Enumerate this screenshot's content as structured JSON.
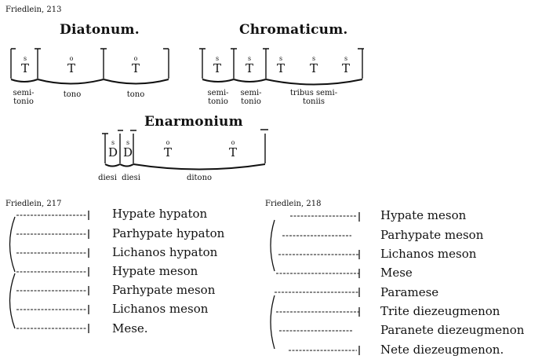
{
  "fig213": {
    "ref": "Friedlein, 213",
    "diatonum": {
      "title": "Diatonum.",
      "notes": [
        {
          "sup": "s",
          "sym": "T"
        },
        {
          "sup": "o",
          "sym": "T"
        },
        {
          "sup": "o",
          "sym": "T"
        }
      ],
      "labels": [
        {
          "l1": "semi-",
          "l2": "tonio"
        },
        {
          "l1": "tono",
          "l2": ""
        },
        {
          "l1": "tono",
          "l2": ""
        }
      ]
    },
    "chromaticum": {
      "title": "Chromaticum.",
      "notes": [
        {
          "sup": "s",
          "sym": "T"
        },
        {
          "sup": "s",
          "sym": "T"
        },
        {
          "sup": "s",
          "sym": "T"
        },
        {
          "sup": "s",
          "sym": "T"
        },
        {
          "sup": "s",
          "sym": "T"
        }
      ],
      "labels": [
        {
          "l1": "semi-",
          "l2": "tonio"
        },
        {
          "l1": "semi-",
          "l2": "tonio"
        },
        {
          "l1": "tribus semi-",
          "l2": "toniis"
        }
      ]
    },
    "enarmonium": {
      "title": "Enarmonium",
      "notes": [
        {
          "sup": "s",
          "sym": "D"
        },
        {
          "sup": "s",
          "sym": "D"
        },
        {
          "sup": "o",
          "sym": "T"
        },
        {
          "sup": "o",
          "sym": "T"
        }
      ],
      "labels": [
        {
          "l1": "diesi",
          "l2": ""
        },
        {
          "l1": "diesi",
          "l2": ""
        },
        {
          "l1": "ditono",
          "l2": ""
        }
      ]
    }
  },
  "fig217": {
    "ref": "Friedlein, 217",
    "items": [
      "Hypate hypaton",
      "Parhypate hypaton",
      "Lichanos hypaton",
      "Hypate meson",
      "Parhypate meson",
      "Lichanos meson",
      "Mese."
    ]
  },
  "fig218": {
    "ref": "Friedlein, 218",
    "items": [
      "Hypate meson",
      "Parhypate meson",
      "Lichanos meson",
      "Mese",
      "Paramese",
      "Trite diezeugmenon",
      "Paranete diezeugmenon",
      "Nete diezeugmenon."
    ]
  }
}
